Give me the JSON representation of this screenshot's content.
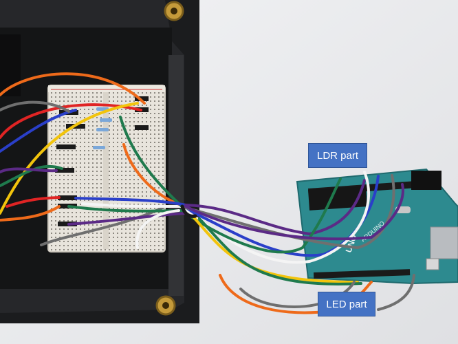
{
  "photo": {
    "subjects": [
      "junction-box",
      "breadboard",
      "arduino-uno",
      "jumper-wires"
    ],
    "colors": {
      "background": "#e9eaec",
      "enclosure": "#202124",
      "breadboard": "#e8e4dc",
      "arduino": "#2d8a8f",
      "callout": "#4472c4",
      "wire_orange": "#ee6a1a",
      "wire_yellow": "#f2c40c",
      "wire_blue": "#2a3fc9",
      "wire_red": "#e02424",
      "wire_green": "#1f7a4d",
      "wire_purple": "#5b2a86",
      "wire_white": "#f4f4f4",
      "wire_gray": "#6f6f6f",
      "wire_black": "#1a1a1a"
    }
  },
  "labels": {
    "ldr_part": "LDR part",
    "led_part": "LED part"
  },
  "board": {
    "silkscreen": "UNO",
    "brand": "ARDUINO"
  }
}
